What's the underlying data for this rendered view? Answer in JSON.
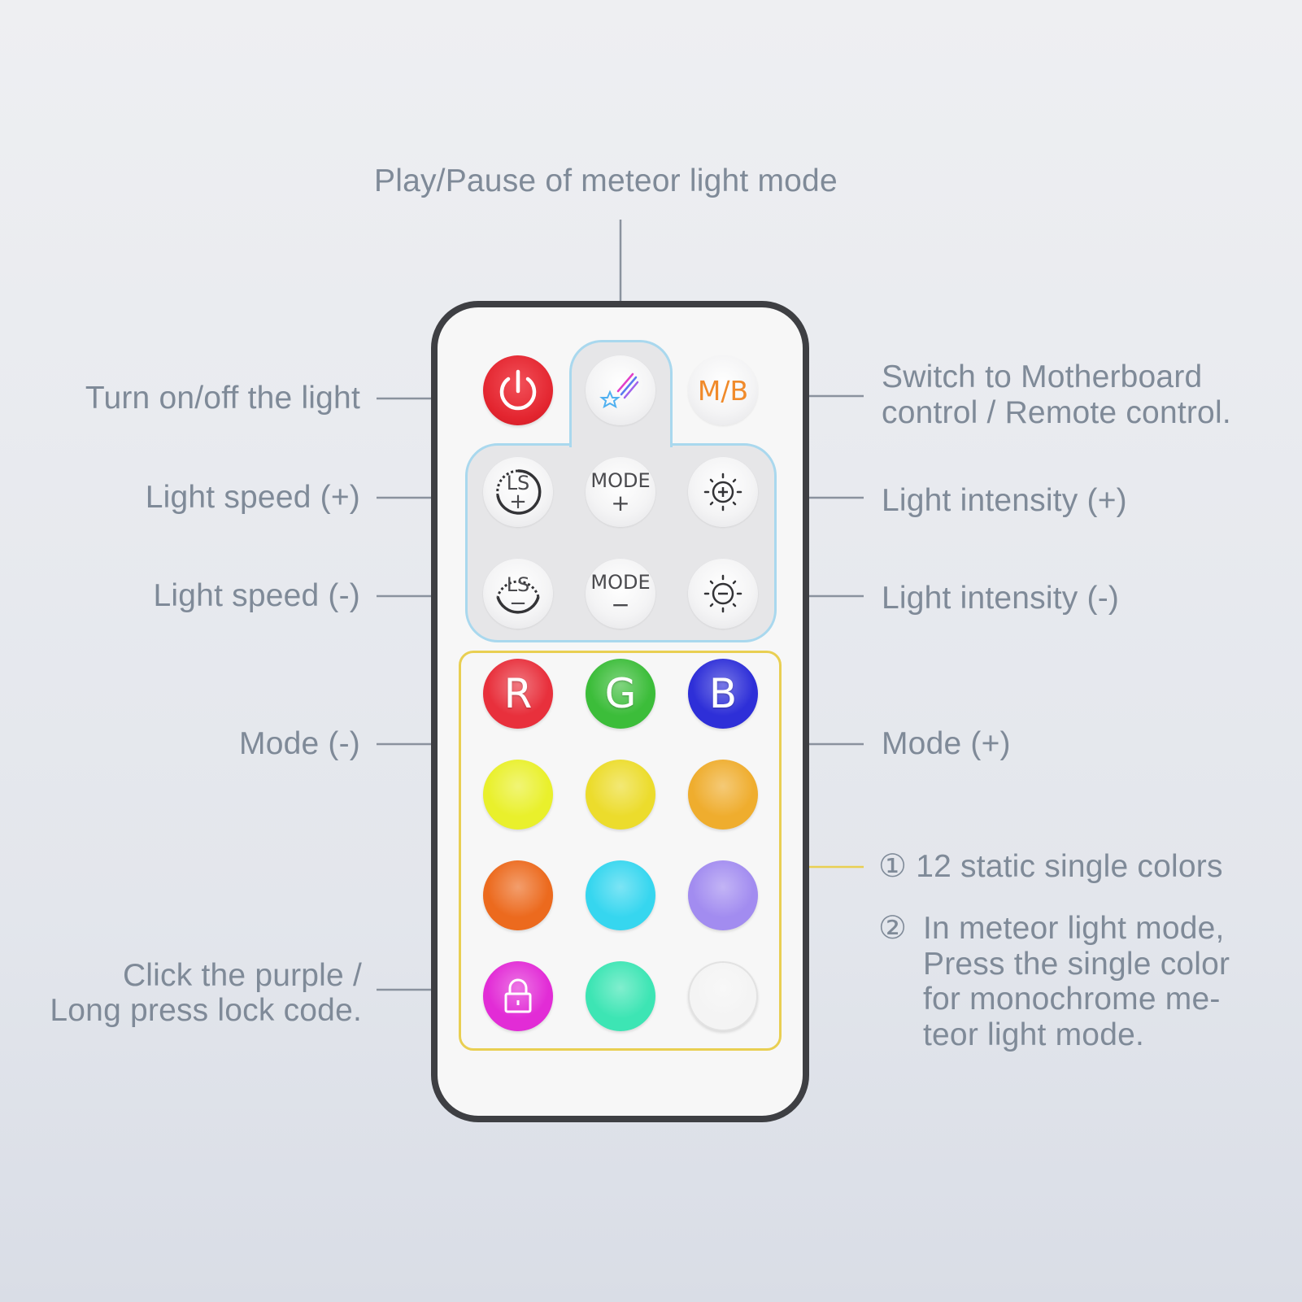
{
  "annotations": {
    "meteor_play_pause": "Play/Pause of meteor light mode",
    "power": "Turn on/off the light",
    "motherboard_line1": "Switch to Motherboard",
    "motherboard_line2": "control / Remote control.",
    "speed_plus": "Light speed (+)",
    "speed_minus": "Light speed (-)",
    "intensity_plus": "Light intensity (+)",
    "intensity_minus": "Light intensity (-)",
    "mode_minus": "Mode (-)",
    "mode_plus": "Mode (+)",
    "static_colors": "① 12 static single colors",
    "meteor_note_marker": "②",
    "meteor_note_lines": [
      "In meteor light mode,",
      "Press the single color",
      "for monochrome me-",
      "teor light mode."
    ],
    "lock_line1": "Click the purple /",
    "lock_line2": "Long press lock code."
  },
  "remote": {
    "mb_label": "M/B",
    "ls_label": "LS",
    "mode_label": "MODE",
    "plus_sign": "+",
    "minus_sign": "−",
    "rgb_labels": [
      "R",
      "G",
      "B"
    ],
    "color_buttons": [
      {
        "name": "red-button",
        "color": "#e8303c"
      },
      {
        "name": "green-button",
        "color": "#3cbd3a"
      },
      {
        "name": "blue-button",
        "color": "#2e2fd8"
      },
      {
        "name": "yellow-green-button",
        "color": "#e9f02c"
      },
      {
        "name": "yellow-button",
        "color": "#ecdc2c"
      },
      {
        "name": "amber-button",
        "color": "#efad2e"
      },
      {
        "name": "orange-button",
        "color": "#ec6a1e"
      },
      {
        "name": "cyan-button",
        "color": "#36d6ef"
      },
      {
        "name": "lavender-button",
        "color": "#a28cf0"
      },
      {
        "name": "magenta-lock-button",
        "color": "#e22cd6"
      },
      {
        "name": "aqua-green-button",
        "color": "#3de5b4"
      },
      {
        "name": "white-button",
        "color": "#f4f4f4"
      }
    ]
  },
  "colors": {
    "label_text": "#7f8a98",
    "leader_line": "#8a929e",
    "power_red": "#e3252f",
    "mb_orange": "#f08a2a",
    "panel_outline": "#a9d8ee",
    "color_frame": "#e9cf52"
  }
}
